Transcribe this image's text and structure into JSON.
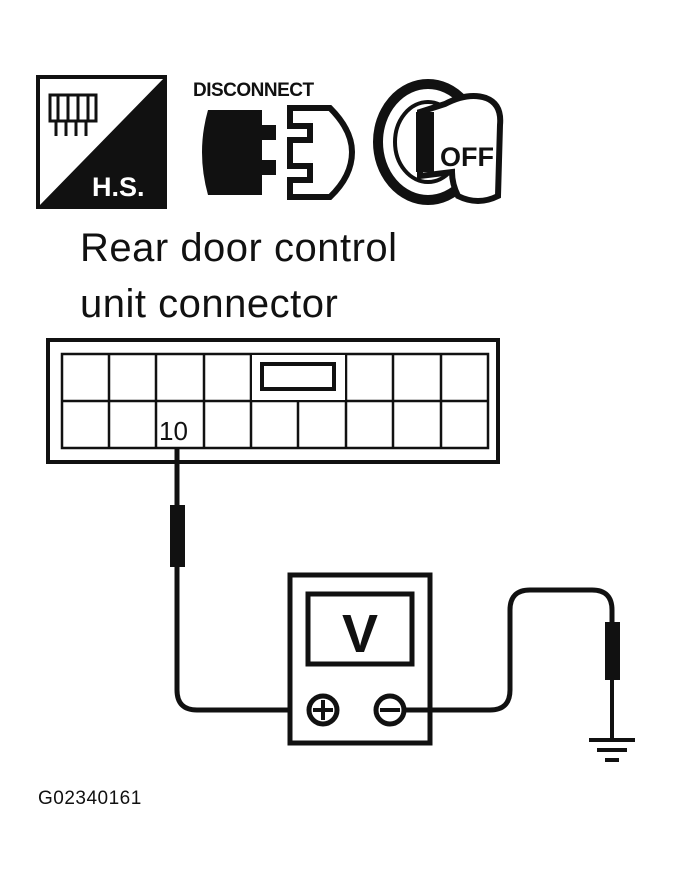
{
  "icons": {
    "harness_icon": {
      "label": "H.S.",
      "icon": "harness-connector-icon"
    },
    "disconnect_icon": {
      "label": "DISCONNECT",
      "icon": "disconnect-connector-icon"
    },
    "ignition_icon": {
      "label": "OFF",
      "icon": "ignition-key-off-icon"
    }
  },
  "title": {
    "line1": "Rear door control",
    "line2": "unit connector"
  },
  "connector": {
    "terminal_label": "10",
    "columns": 9,
    "rows": 2
  },
  "meter": {
    "display": "V",
    "positive": "+",
    "negative": "−"
  },
  "figure_code": "G02340161",
  "colors": {
    "ink": "#111111",
    "background": "#ffffff"
  }
}
